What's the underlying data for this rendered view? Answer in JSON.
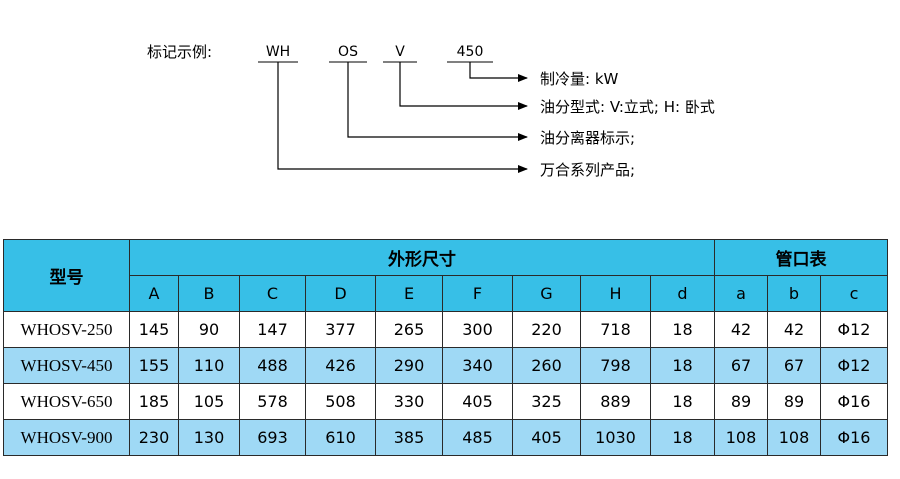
{
  "example": {
    "prefix": "标记示例:",
    "codes": [
      "WH",
      "OS",
      "V",
      "450"
    ],
    "legend": [
      "制冷量: kW",
      "油分型式: V:立式; H: 卧式",
      "油分离器标示;",
      "万合系列产品;"
    ]
  },
  "colors": {
    "header_bg": "#37bfe7",
    "stripe_bg": "#9fd9f5",
    "line": "#000000"
  },
  "table": {
    "model_header": "型号",
    "group_dimensions": "外形尺寸",
    "group_pipes": "管口表",
    "columns": [
      "A",
      "B",
      "C",
      "D",
      "E",
      "F",
      "G",
      "H",
      "d",
      "a",
      "b",
      "c"
    ],
    "rows": [
      [
        "WHOSV-250",
        "145",
        "90",
        "147",
        "377",
        "265",
        "300",
        "220",
        "718",
        "18",
        "42",
        "42",
        "Φ12"
      ],
      [
        "WHOSV-450",
        "155",
        "110",
        "488",
        "426",
        "290",
        "340",
        "260",
        "798",
        "18",
        "67",
        "67",
        "Φ12"
      ],
      [
        "WHOSV-650",
        "185",
        "105",
        "578",
        "508",
        "330",
        "405",
        "325",
        "889",
        "18",
        "89",
        "89",
        "Φ16"
      ],
      [
        "WHOSV-900",
        "230",
        "130",
        "693",
        "610",
        "385",
        "485",
        "405",
        "1030",
        "18",
        "108",
        "108",
        "Φ16"
      ]
    ]
  }
}
